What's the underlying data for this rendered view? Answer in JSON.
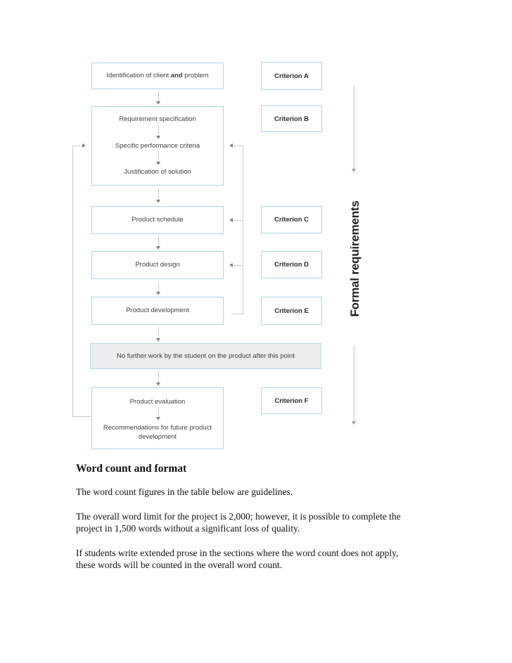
{
  "diagram": {
    "colors": {
      "box_border": "#a9d6e3",
      "note_fill": "#eaecee",
      "connector_line": "#c7cbcd",
      "arrowhead": "#7e8589",
      "box_text": "#3e4347",
      "criterion_text": "#26292b"
    },
    "steps": {
      "identification": {
        "pre": "Identification of client ",
        "bold": "and",
        "post": " problem"
      },
      "requirement": "Requirement specification",
      "performance": "Specific performance criteria",
      "justification": "Justification of solution",
      "schedule": "Product schedule",
      "design": "Product design",
      "development": "Product development",
      "note": "No further work by the student on the product after this point",
      "evaluation": "Product evaluation",
      "recommendations": "Recommendations for future product\ndevelopment"
    },
    "criteria": {
      "a": "Criterion A",
      "b": "Criterion B",
      "c": "Criterion C",
      "d": "Criterion D",
      "e": "Criterion E",
      "f": "Criterion F"
    },
    "formal_label": "Formal requirements"
  },
  "body": {
    "heading": "Word count and format",
    "p1": "The word count figures in the table below are guidelines.",
    "p2": "The overall word limit for the project is 2,000; however, it is possible to complete the\nproject in 1,500 words without a significant loss of quality.",
    "p3": "If students write extended prose in the sections where the word count does not apply,\nthese words will be counted in the overall word count."
  }
}
